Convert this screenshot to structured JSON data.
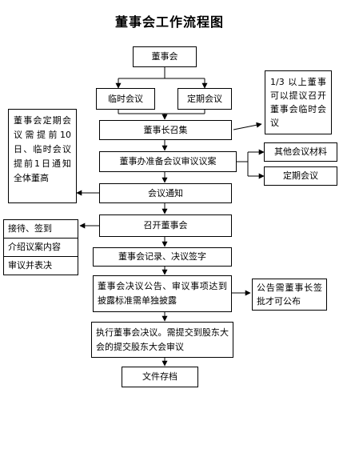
{
  "title": "董事会工作流程图",
  "nodes": {
    "board": "董事会",
    "temp_meeting": "临时会议",
    "regular_meeting": "定期会议",
    "note_one_third": "1/3 以上董事可以提议召开董事会临时会议",
    "chairman_convene": "董事长召集",
    "note_notice": "董事会定期会议需提前10日、临时会议提前1日通知全体董高",
    "prepare_materials": "董事办准备会议审议议案",
    "other_materials": "其他会议材料",
    "regular_meeting_2": "定期会议",
    "meeting_notice": "会议通知",
    "hold_meeting": "召开董事会",
    "step_reception": "接待、签到",
    "step_introduce": "介绍议案内容",
    "step_vote": "审议并表决",
    "minutes": "董事会记录、决议签字",
    "announcement": "董事会决议公告、审议事项达到披露标准需单独披露",
    "note_chairman_sign": "公告需董事长签批才可公布",
    "execute": "执行董事会决议。需提交到股东大会的提交股东大会审议",
    "archive": "文件存档"
  }
}
